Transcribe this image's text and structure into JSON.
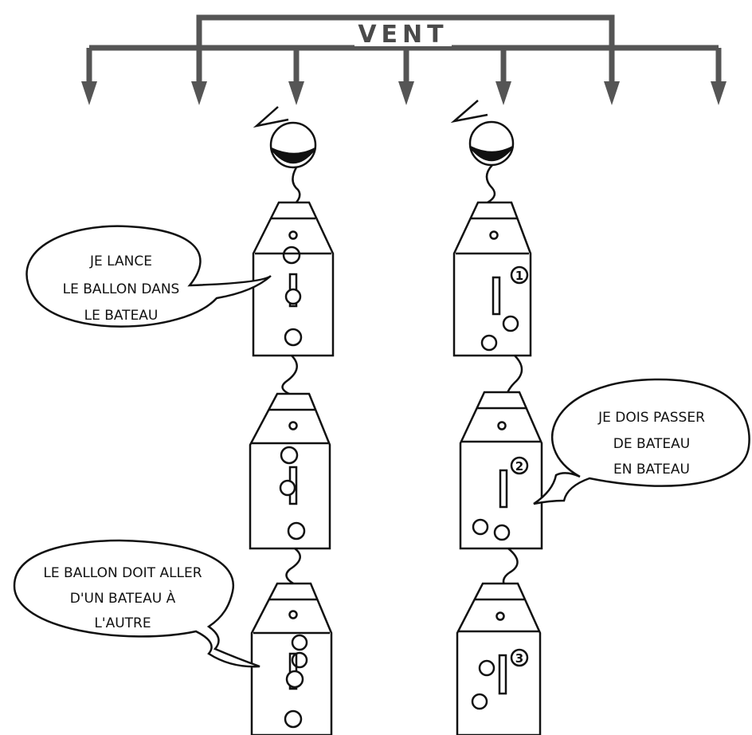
{
  "title": "VENT",
  "bubbles": {
    "throw": [
      "JE LANCE",
      "LE BALLON DANS",
      "LE BATEAU"
    ],
    "pass": [
      "JE DOIS PASSER",
      "DE BATEAU",
      "EN BATEAU"
    ],
    "ball": [
      "LE BALLON DOIT ALLER",
      "D'UN BATEAU À",
      "L'AUTRE"
    ]
  },
  "boat_numbers": [
    "1",
    "2",
    "3"
  ],
  "colors": {
    "wind": "#555555",
    "ink": "#111111",
    "paper": "#ffffff"
  },
  "icons": [
    "wind-arrow-icon",
    "buoy-icon",
    "flag-icon",
    "boat-icon",
    "ball-icon",
    "mast-icon"
  ]
}
